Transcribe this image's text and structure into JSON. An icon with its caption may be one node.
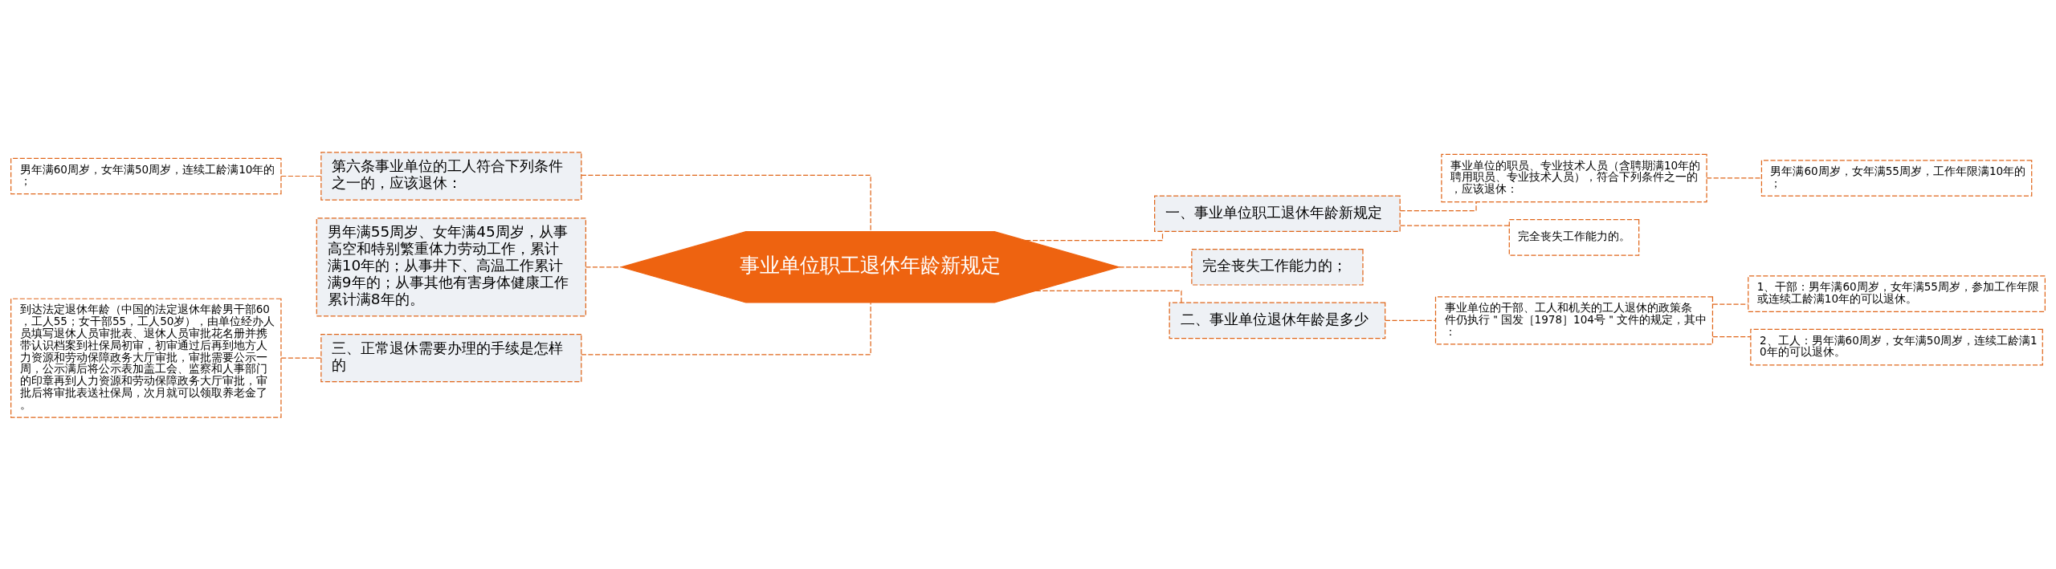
{
  "diagram": {
    "nodes": [
      {
        "text": [
          "事业单位职工退休年龄新规定"
        ]
      },
      {
        "text": [
          "第六条事业单位的工人符合下列条件之一的，应该退休："
        ]
      },
      {
        "text": [
          "男年满60周岁，女年满50周岁，连续工龄满10年的；"
        ]
      },
      {
        "text": [
          "男年满55周岁、女年满45周岁，从事高空和特别繁重体力劳动工作，累计满10年的；从事井下、高温工作累计满9年的；从事其他有害身体健康工作累计满8年的。"
        ]
      },
      {
        "text": [
          "三、正常退休需要办理的手续是怎样的"
        ]
      },
      {
        "text": [
          "到达法定退休年龄（中国的法定退休年龄男干部60，工人55；女干部55，工人50岁），由单位经办人员填写退休人员审批表、退休人员审批花名册并携带认识档案到社保局初审，初审通过后再到地方人力资源和劳动保障政务大厅审批，审批需要公示一周，公示满后将公示表加盖工会、监察和人事部门的印章再到人力资源和劳动保障政务大厅审批，审批后将审批表送社保局，次月就可以领取养老金了。"
        ]
      },
      {
        "text": [
          "一、事业单位职工退休年龄新规定"
        ]
      },
      {
        "text": [
          "事业单位的职员、专业技术人员（含聘期满10年的聘用职员、专业技术人员），符合下列条件之一的，应该退休："
        ]
      },
      {
        "text": [
          "男年满60周岁，女年满55周岁，工作年限满10年的；"
        ]
      },
      {
        "text": [
          "完全丧失工作能力的。"
        ]
      },
      {
        "text": [
          "完全丧失工作能力的；"
        ]
      },
      {
        "text": [
          "二、事业单位退休年龄是多少"
        ]
      },
      {
        "text": [
          "事业单位的干部、工人和机关的工人退休的政策条件仍执行＂国发［1978］104号＂文件的规定，其中："
        ]
      },
      {
        "text": [
          "1、干部：男年满60周岁，女年满55周岁，参加工作年限或连续工龄满10年的可以退休。"
        ]
      },
      {
        "text": [
          "2、工人：男年满60周岁，女年满50周岁，连续工龄满10年的可以退休。"
        ]
      }
    ],
    "edges": [
      {
        "from": 1,
        "to": 0,
        "arrow": "none"
      },
      {
        "from": 2,
        "to": 1,
        "arrow": "none"
      },
      {
        "from": 3,
        "to": 0,
        "arrow": "none"
      },
      {
        "from": 4,
        "to": 0,
        "arrow": "none"
      },
      {
        "from": 5,
        "to": 4,
        "arrow": "none"
      },
      {
        "from": 0,
        "to": 6,
        "arrow": "none"
      },
      {
        "from": 6,
        "to": 7,
        "arrow": "none"
      },
      {
        "from": 7,
        "to": 8,
        "arrow": "none"
      },
      {
        "from": 6,
        "to": 9,
        "arrow": "none"
      },
      {
        "from": 0,
        "to": 10,
        "arrow": "none"
      },
      {
        "from": 0,
        "to": 11,
        "arrow": "none"
      },
      {
        "from": 11,
        "to": 12,
        "arrow": "none"
      },
      {
        "from": 12,
        "to": 13,
        "arrow": "none"
      },
      {
        "from": 12,
        "to": 14,
        "arrow": "none"
      }
    ]
  }
}
